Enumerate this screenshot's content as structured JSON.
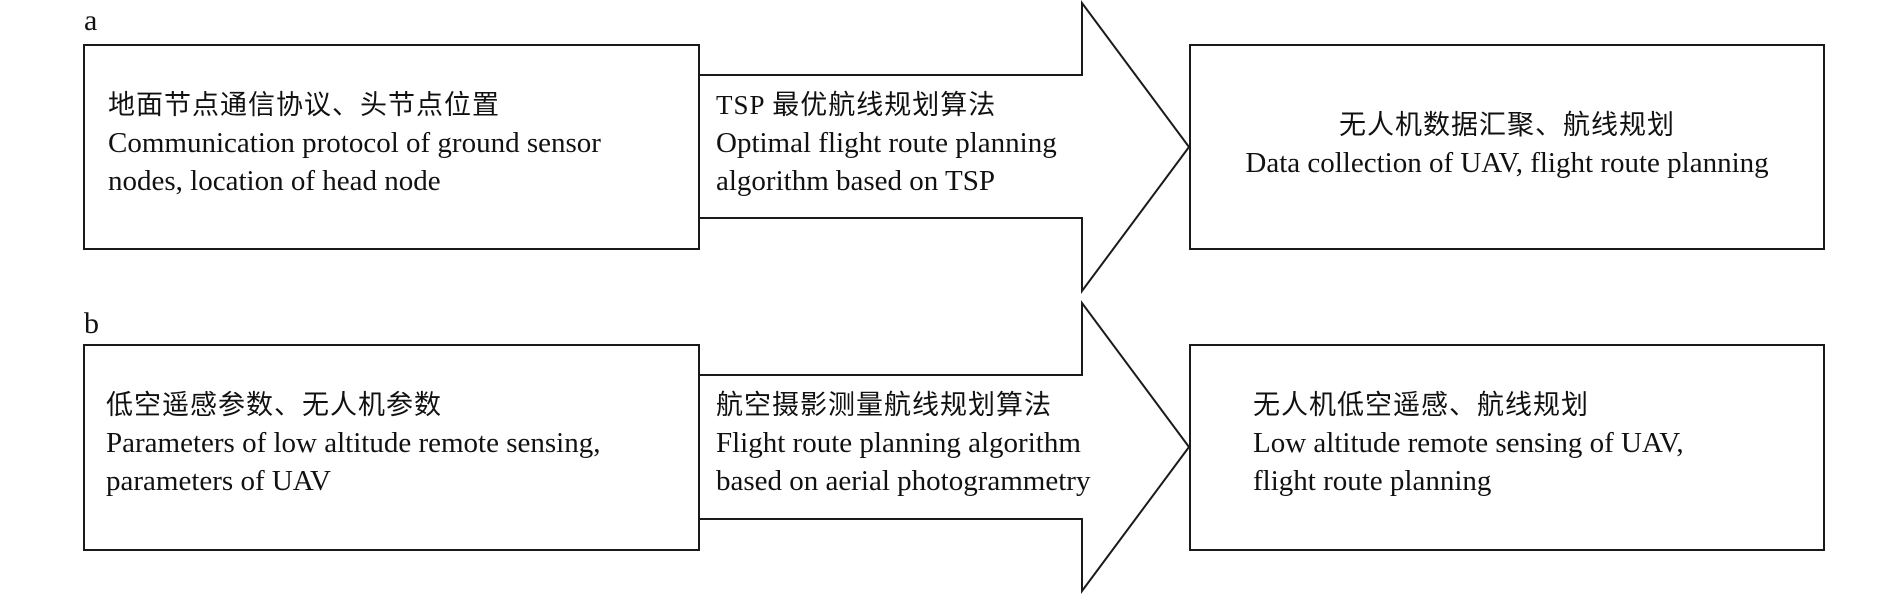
{
  "panels": [
    {
      "label": "a",
      "input": {
        "zh": "地面节点通信协议、头节点位置",
        "en_lines": [
          "Communication protocol of ground sensor",
          "nodes, location of head node"
        ]
      },
      "process": {
        "zh": "TSP 最优航线规划算法",
        "en_lines": [
          "Optimal flight route planning",
          "algorithm based on TSP"
        ]
      },
      "output": {
        "zh": "无人机数据汇聚、航线规划",
        "en_lines": [
          "Data collection of UAV, flight route planning"
        ]
      }
    },
    {
      "label": "b",
      "input": {
        "zh": "低空遥感参数、无人机参数",
        "en_lines": [
          "Parameters of low altitude remote sensing,",
          "parameters of UAV"
        ]
      },
      "process": {
        "zh": "航空摄影测量航线规划算法",
        "en_lines": [
          "Flight route planning algorithm",
          "based on aerial photogrammetry"
        ]
      },
      "output": {
        "zh": "无人机低空遥感、航线规划",
        "en_lines": [
          "Low altitude remote sensing of UAV,",
          "flight route planning"
        ]
      }
    }
  ],
  "colors": {
    "stroke": "#1a1a1a",
    "background": "#ffffff",
    "text": "#111111"
  }
}
